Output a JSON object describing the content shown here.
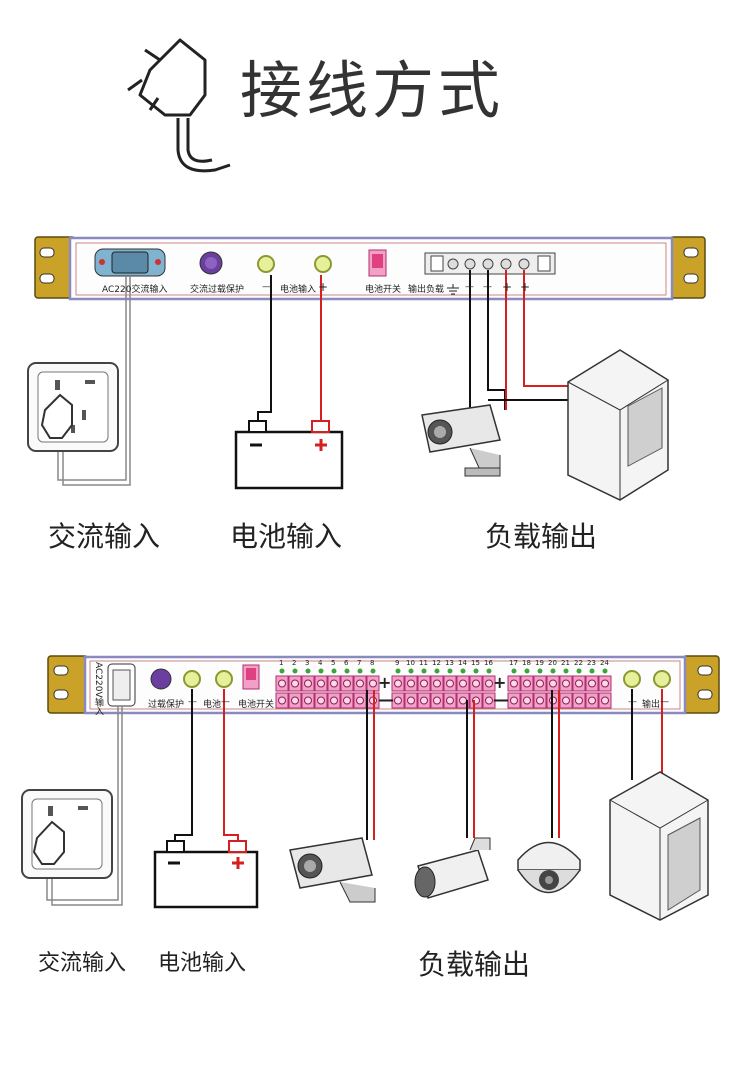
{
  "title": "接线方式",
  "panel1": {
    "labels": {
      "ac_input": "AC220交流输入",
      "ac_protect": "交流过载保护",
      "battery_input": "电池输入",
      "battery_switch": "电池开关",
      "output_load": "输出负载",
      "minus": "—",
      "plus": "+"
    },
    "captions": {
      "ac": "交流输入",
      "battery": "电池输入",
      "load": "负载输出"
    }
  },
  "panel2": {
    "labels": {
      "ac_input": "AC220V输入",
      "overload": "过载保护",
      "battery": "电池",
      "battery_switch": "电池开关",
      "output": "输出",
      "minus": "—",
      "plus": "+"
    },
    "channel_numbers": [
      "1",
      "2",
      "3",
      "4",
      "5",
      "6",
      "7",
      "8",
      "9",
      "10",
      "11",
      "12",
      "13",
      "14",
      "15",
      "16",
      "17",
      "18",
      "19",
      "20",
      "21",
      "22",
      "23",
      "24"
    ],
    "captions": {
      "ac": "交流输入",
      "battery": "电池输入",
      "load": "负载输出"
    }
  },
  "colors": {
    "mount": "#c9a227",
    "panel_border": "#8a8ac0",
    "pink": "#f2a0c8",
    "wire_red": "#d42020",
    "wire_black": "#111111",
    "led_yellow": "#e6ef9a",
    "purple": "#6a3fa0",
    "blue": "#7fb3d0"
  }
}
